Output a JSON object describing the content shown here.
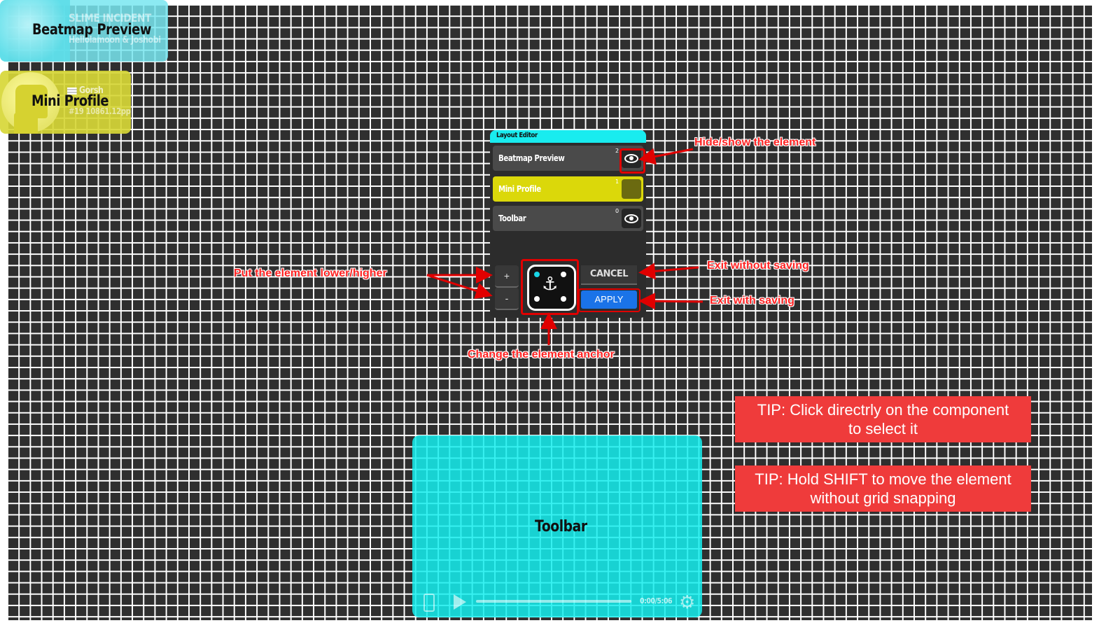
{
  "beatmap_preview": {
    "song": "SLIME INCIDENT",
    "artist": "Hellolamoon & Joshobi",
    "label": "Beatmap Preview"
  },
  "mini_profile": {
    "username": "Gorsh",
    "stats": "#19  10861.12pp",
    "label": "Mini Profile"
  },
  "toolbar_element": {
    "label": "Toolbar",
    "time": "0:00/5:06"
  },
  "layout_editor": {
    "title": "Layout Editor",
    "layers": [
      {
        "name": "Beatmap Preview",
        "order": "2",
        "visible": true
      },
      {
        "name": "Mini Profile",
        "order": "1",
        "visible": false
      },
      {
        "name": "Toolbar",
        "order": "0",
        "visible": true
      }
    ],
    "raise_label": "+",
    "lower_label": "-",
    "cancel_label": "CANCEL",
    "apply_label": "APPLY",
    "anchor_icon": "anchor-icon",
    "accent_color": "#19ecef",
    "apply_color": "#1a73e8"
  },
  "annotations": {
    "hide_show": "Hide/show the element",
    "lower_higher": "Put the element lower/higher",
    "exit_without_saving": "Exit without saving",
    "exit_with_saving": "Exit with saving",
    "change_anchor": "Change the element anchor"
  },
  "tips": [
    {
      "line1": "TIP: Click directrly on the component",
      "line2": "to select it"
    },
    {
      "line1": "TIP: Hold SHIFT to move the element",
      "line2": "without grid snapping"
    }
  ]
}
